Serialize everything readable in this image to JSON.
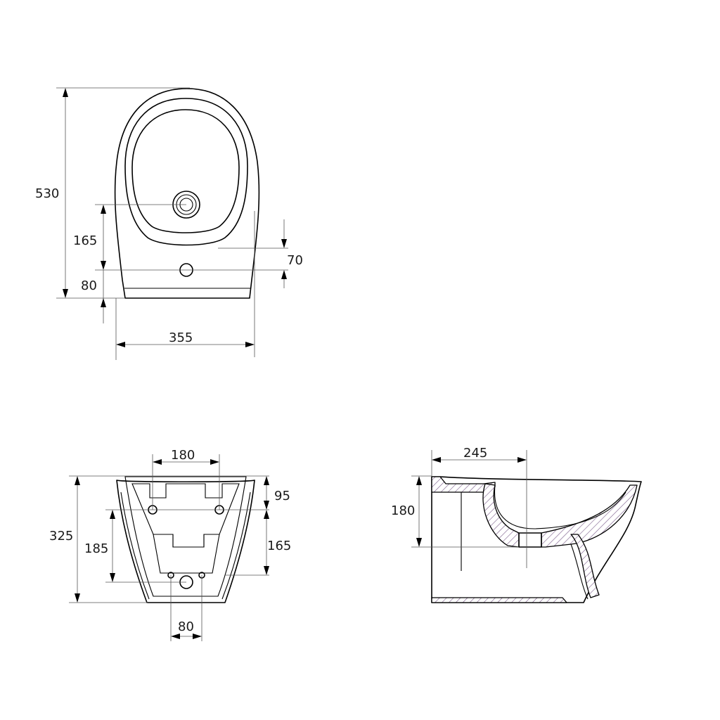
{
  "top_view": {
    "depth": "530",
    "bidet_hole_to_fixing": "165",
    "fixing_to_rear": "80",
    "fixing_spacing": "70",
    "width": "355"
  },
  "rear_view": {
    "upper_fixing_spacing": "180",
    "height": "325",
    "top_to_upper_fixing": "95",
    "upper_to_lower_fixing": "185",
    "lower_fixing_offset": "165",
    "lower_fixing_spacing": "80"
  },
  "side_section": {
    "outlet_depth": "245",
    "outlet_height": "180"
  },
  "style": {
    "line_color": "#000000",
    "hatch_color": "#7a5c8a"
  }
}
